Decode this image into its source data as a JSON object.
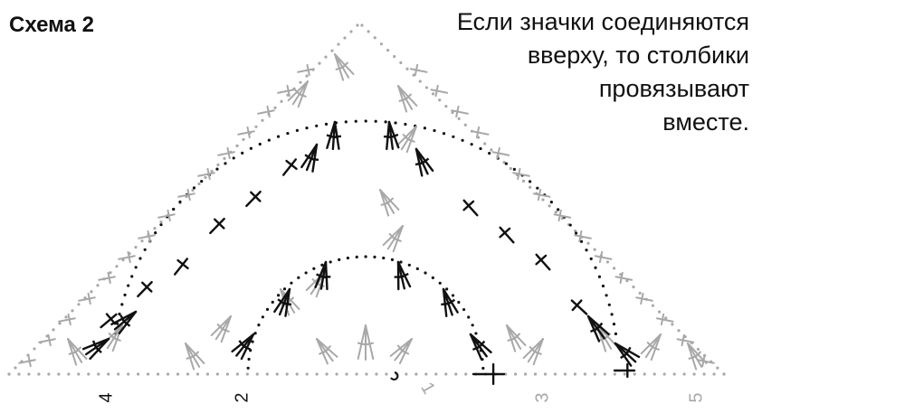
{
  "title": "Схема 2",
  "note_lines": [
    "Если значки соединяются",
    "вверху, то столбики",
    "провязывают",
    "вместе."
  ],
  "row_labels": [
    {
      "text": "4",
      "tone": "black"
    },
    {
      "text": "2",
      "tone": "black"
    },
    {
      "text": "1",
      "tone": "gray"
    },
    {
      "text": "3",
      "tone": "gray"
    },
    {
      "text": "5",
      "tone": "gray"
    }
  ],
  "colors": {
    "black": "#111111",
    "gray": "#a8a8a8"
  }
}
